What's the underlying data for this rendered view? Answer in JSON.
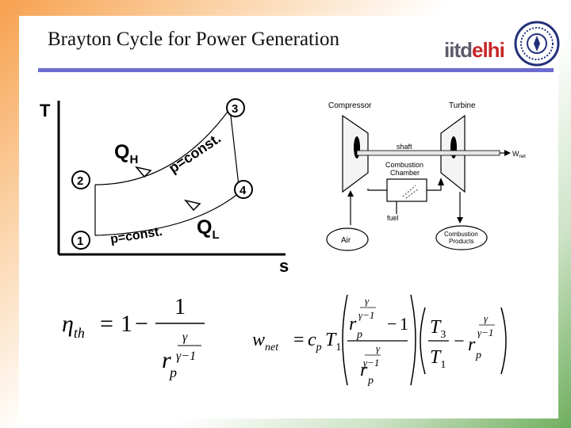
{
  "slide": {
    "title": "Brayton Cycle for Power Generation",
    "logo": {
      "part1": "iitd",
      "part2": "elhi"
    }
  },
  "ts_diagram": {
    "axis_y": "T",
    "axis_x": "s",
    "states": [
      "1",
      "2",
      "3",
      "4"
    ],
    "heat_in": {
      "symbol": "Q",
      "sub": "H"
    },
    "heat_out": {
      "symbol": "Q",
      "sub": "L"
    },
    "upper_isobar": "p=const.",
    "lower_isobar": "p=const."
  },
  "schematic": {
    "compressor": "Compressor",
    "turbine": "Turbine",
    "shaft": "shaft",
    "work_symbol": "W",
    "work_sub": "net",
    "chamber_line1": "Combustion",
    "chamber_line2": "Chamber",
    "fuel": "fuel",
    "air": "Air",
    "products_line1": "Combustion",
    "products_line2": "Products"
  },
  "equations": {
    "eta": "η",
    "eta_sub": "th",
    "eq": "=",
    "one": "1",
    "minus": "−",
    "r": "r",
    "p": "p",
    "gamma": "γ",
    "gamma_minus_1": "γ−1",
    "w": "w",
    "w_sub": "net",
    "cp": "c",
    "T": "T",
    "sub1": "1",
    "sub3": "3"
  },
  "colors": {
    "rule": "#6b6bcf",
    "logo_red": "#c62828",
    "logo_grey": "#5b5b6b"
  }
}
